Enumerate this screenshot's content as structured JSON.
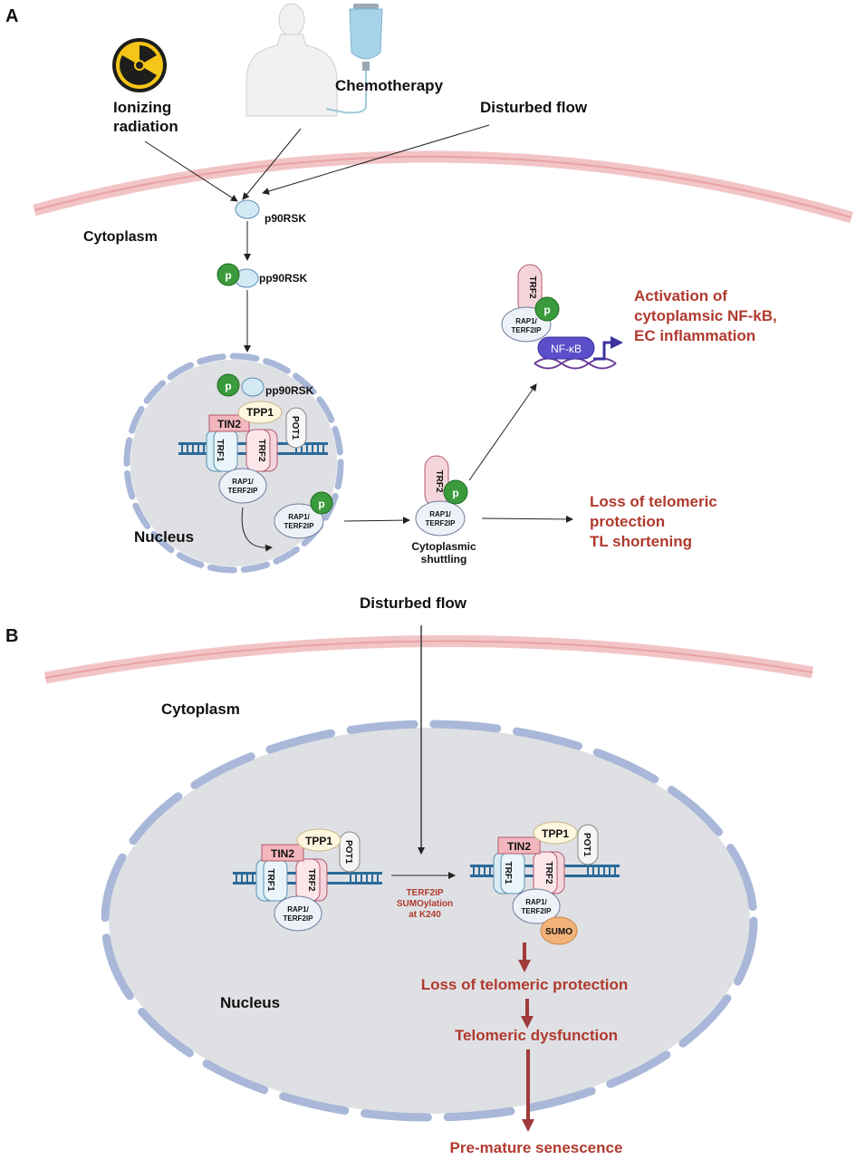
{
  "panel_a": {
    "letter": "A",
    "stimuli": {
      "radiation_line1": "Ionizing",
      "radiation_line2": "radiation",
      "chemotherapy": "Chemotherapy",
      "disturbed_flow": "Disturbed flow"
    },
    "cytoplasm": "Cytoplasm",
    "nucleus": "Nucleus",
    "kinase": "p90RSK",
    "phospho_kinase": "pp90RSK",
    "phospho_mark": "p",
    "shelterin": {
      "tin2": "TIN2",
      "tpp1": "TPP1",
      "trf1": "TRF1",
      "trf2": "TRF2",
      "pot1": "POT1",
      "rap1_line1": "RAP1/",
      "rap1_line2": "TERF2IP"
    },
    "nfkb": "NF-κB",
    "shuttling_line1": "Cytoplasmic",
    "shuttling_line2": "shuttling",
    "outcome_nfkb": [
      "Activation of",
      "cytoplamsic  NF-kB,",
      "EC  inflammation"
    ],
    "outcome_telomere": [
      "Loss of telomeric",
      "protection",
      "TL shortening"
    ]
  },
  "panel_b": {
    "letter": "B",
    "stimulus": "Disturbed flow",
    "cytoplasm": "Cytoplasm",
    "nucleus": "Nucleus",
    "sumoylation": [
      "TERF2IP",
      "SUMOylation",
      "at K240"
    ],
    "sumo": "SUMO",
    "outcomes": [
      "Loss of telomeric protection",
      "Telomeric dysfunction",
      "Pre-mature senescence"
    ]
  },
  "colors": {
    "outcome_red": "#b03a2e",
    "membrane": "#f2c4c6",
    "nucleus_fill": "#dfe0e4",
    "envelope": "#a9b8d8",
    "phospho_green": "#3a9a3c",
    "nfkb_purple": "#5b4fc9"
  }
}
